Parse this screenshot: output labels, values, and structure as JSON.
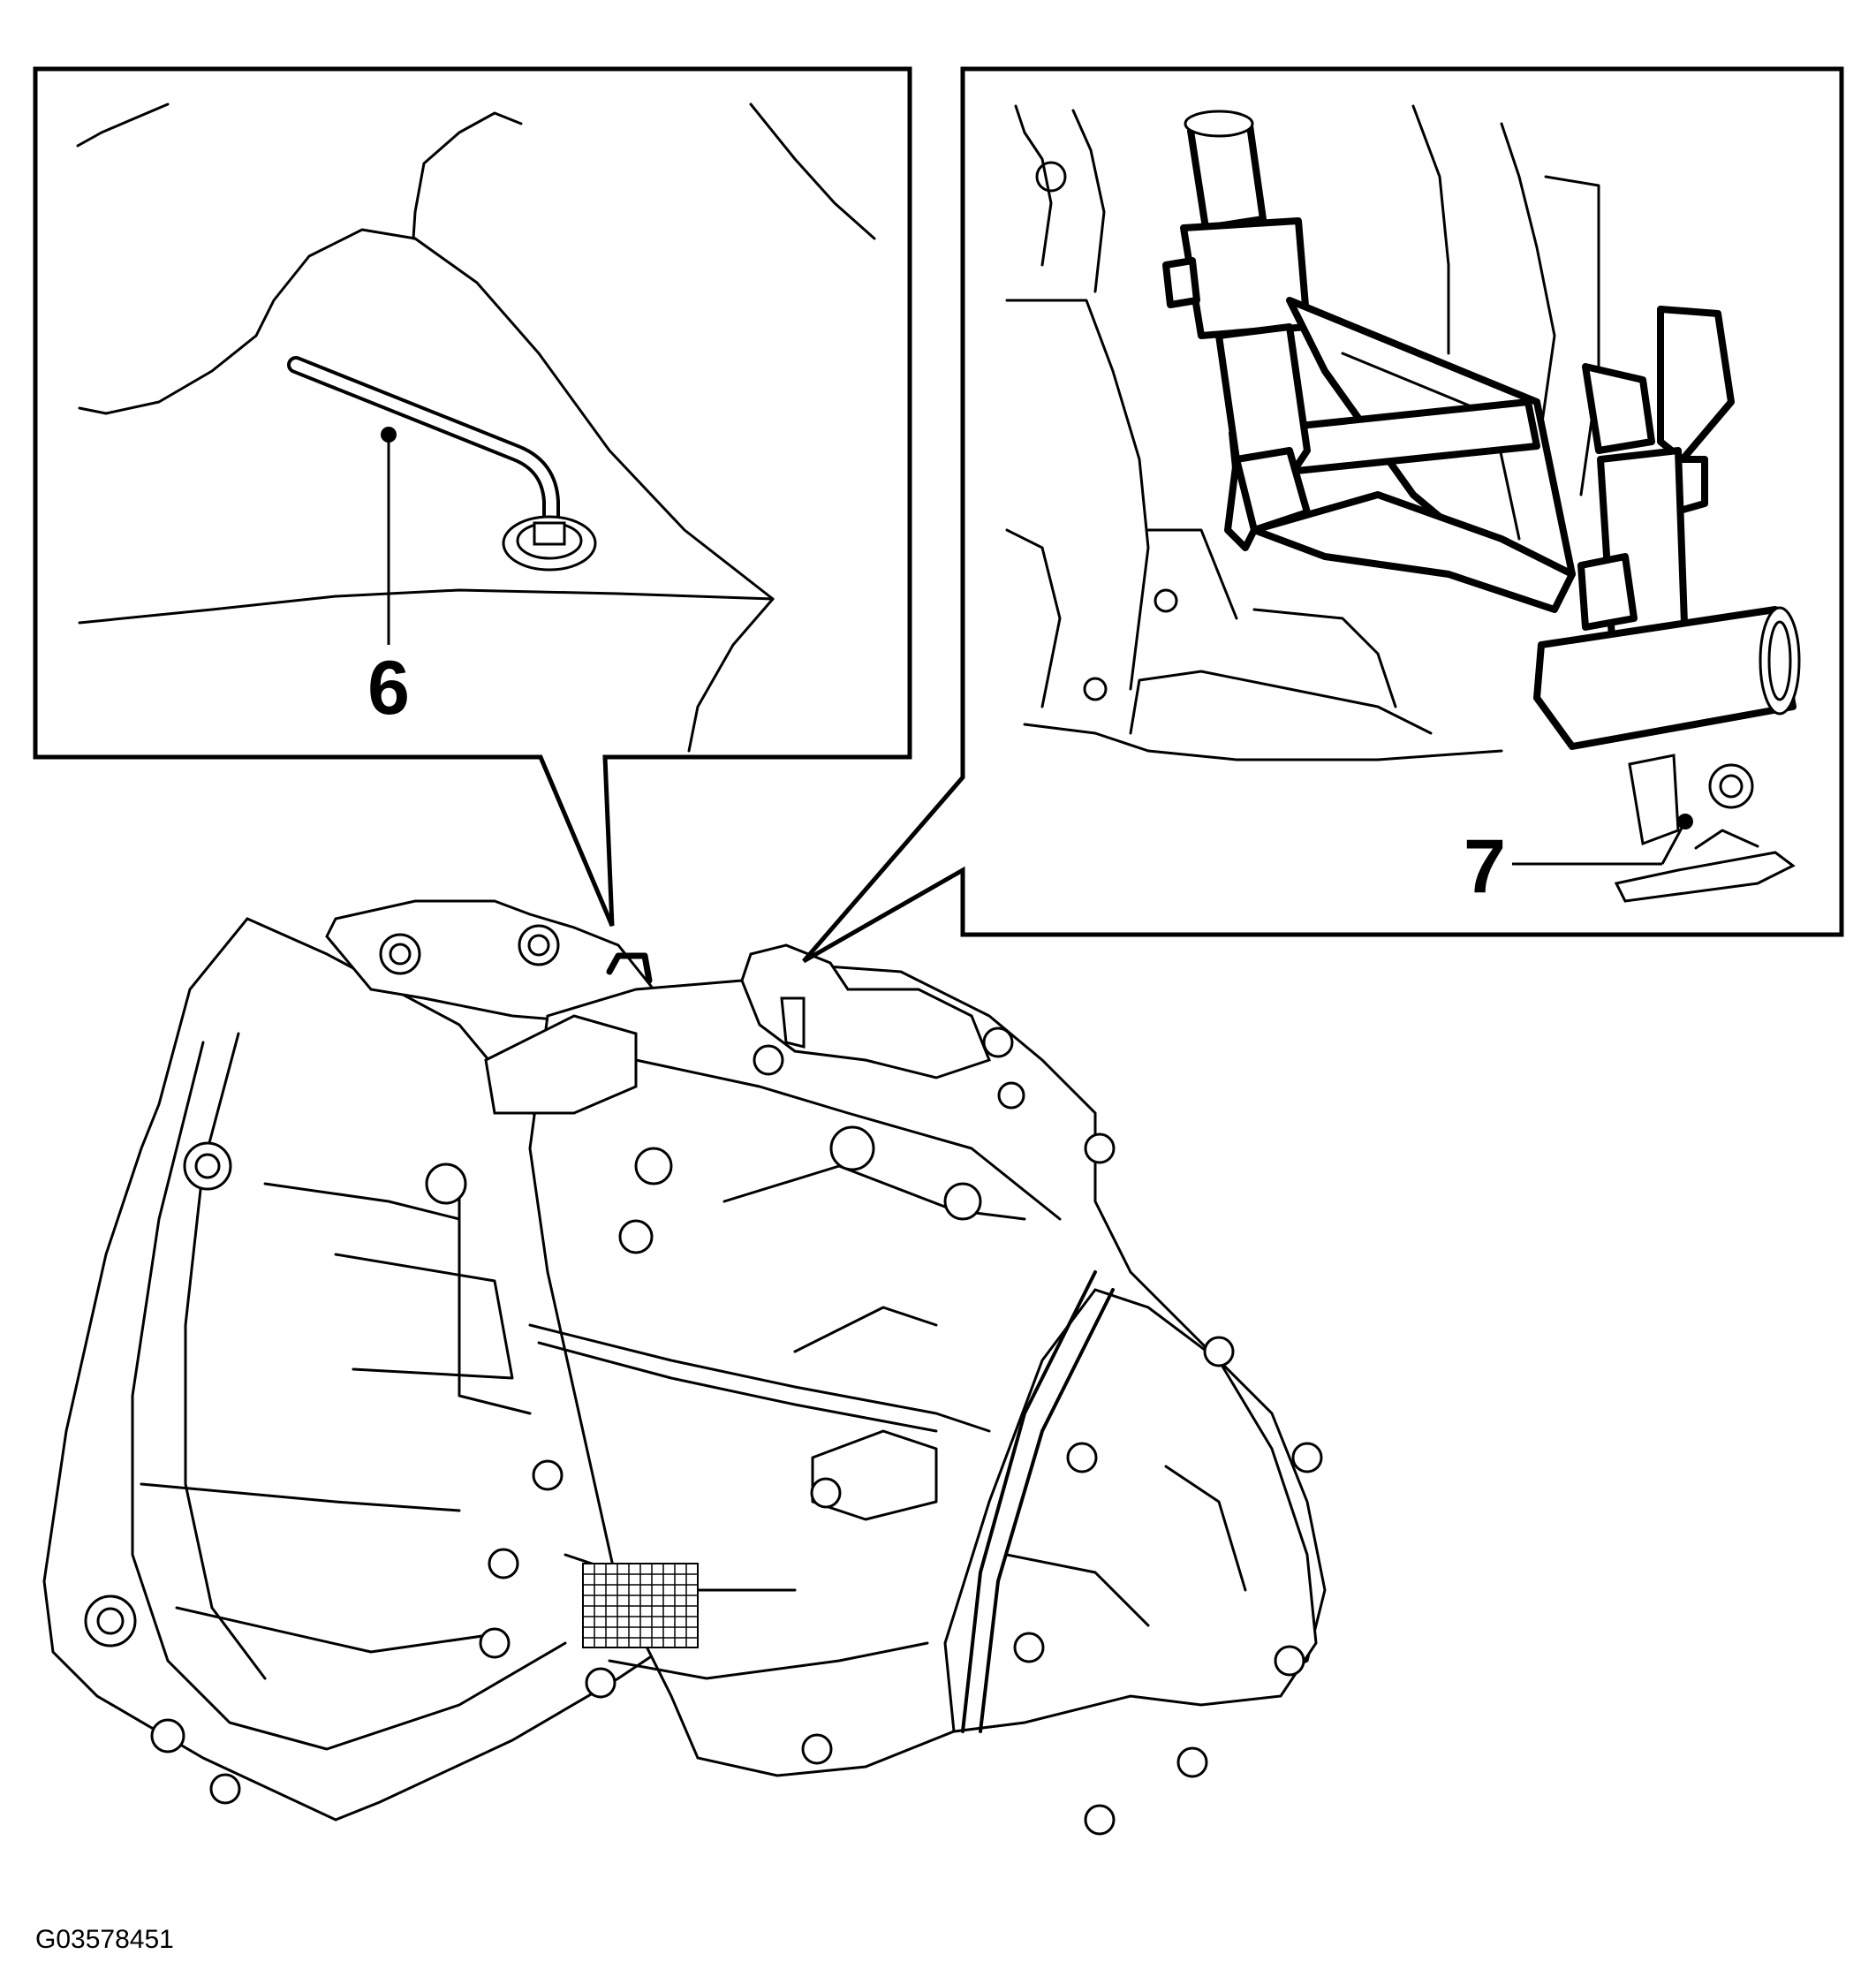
{
  "figure_id": "G03578451",
  "callouts": [
    {
      "number": "6"
    },
    {
      "number": "7"
    }
  ],
  "icons": {
    "gearbox": "gearbox-transmission-drawing",
    "breather_hose": "breather-hose-detail",
    "support_tool": "engine-support-tool-detail"
  }
}
